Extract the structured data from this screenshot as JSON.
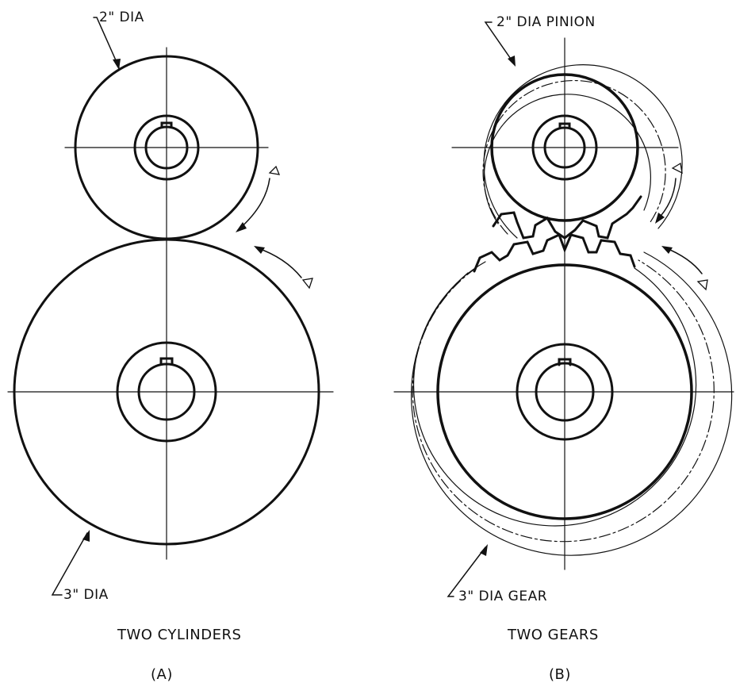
{
  "figure_a": {
    "small_label": "2\" DIA",
    "large_label": "3\" DIA",
    "caption": "TWO CYLINDERS",
    "panel": "(A)"
  },
  "figure_b": {
    "small_label": "2\" DIA PINION",
    "large_label": "3\" DIA GEAR",
    "caption": "TWO GEARS",
    "panel": "(B)"
  },
  "colors": {
    "ink": "#111111",
    "background": "#ffffff"
  }
}
